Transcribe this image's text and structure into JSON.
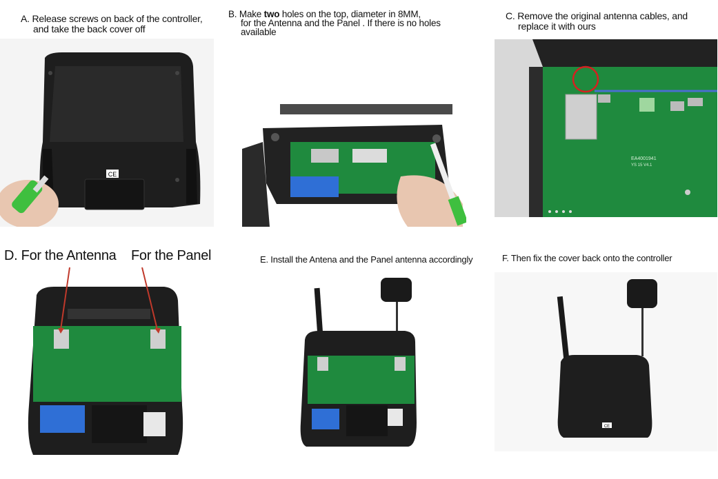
{
  "steps": {
    "a": {
      "line1": "A. Release screws on back of the controller,",
      "line2": "and take the back  cover off"
    },
    "b": {
      "line1_pre": "B. Make ",
      "line1_bold": "two",
      "line1_post": " holes on the top, diameter in 8MM,",
      "line2": "for the Antenna and the Panel . If there is no holes",
      "line3": "available"
    },
    "c": {
      "line1": "C. Remove the original antenna cables, and",
      "line2": "replace it with ours"
    },
    "d": {
      "label_antenna": "D. For the Antenna",
      "label_panel": "For the Panel"
    },
    "e": {
      "caption": "E. Install the Antena and the Panel antenna accordingly"
    },
    "f": {
      "caption": "F. Then fix the cover back onto the controller"
    }
  },
  "photo_text": {
    "ce_mark": "CE",
    "pcb_label": "EA4001941",
    "pcb_sub": "YS 15  V4.1"
  },
  "colors": {
    "controller_black": "#1e1e1e",
    "pcb_green": "#1f8a3e",
    "battery_blue": "#2f6fd6",
    "arrow_red": "#c0392b",
    "photo_gray": "#d9d9d9"
  }
}
